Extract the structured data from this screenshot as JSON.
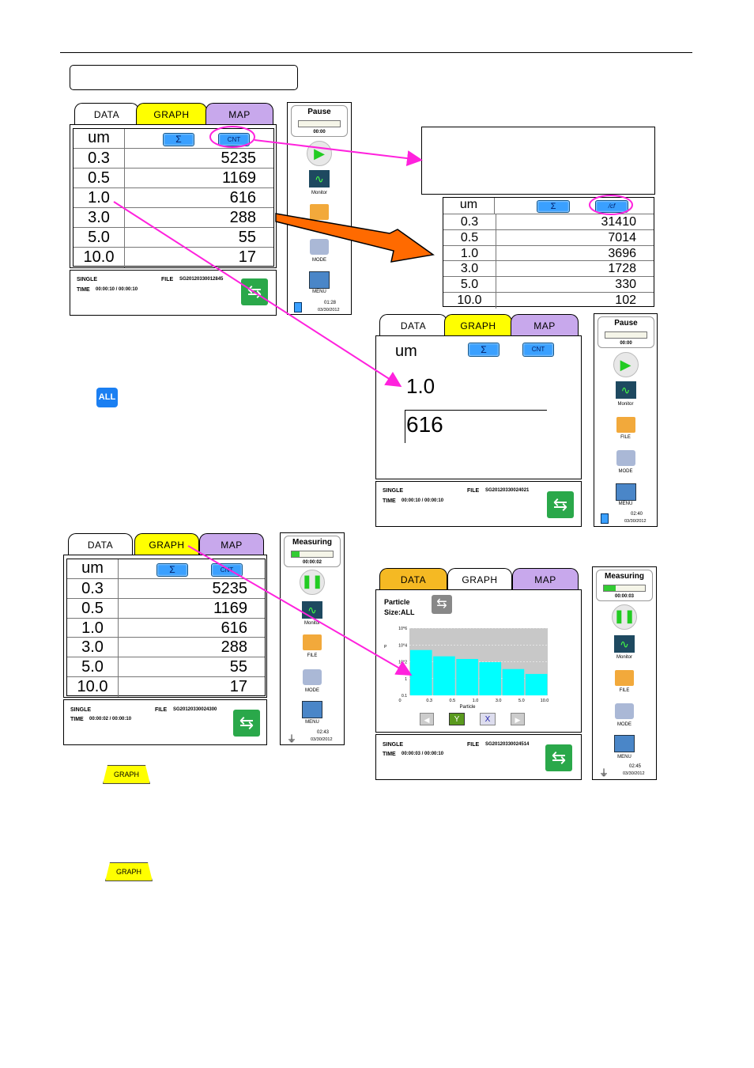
{
  "tabs": {
    "data": "DATA",
    "graph": "GRAPH",
    "map": "MAP"
  },
  "table": {
    "header_unit": "um",
    "sum_btn": "Σ",
    "cnt_btn": "CNT",
    "cf_btn": "/cf",
    "sizes": [
      "0.3",
      "0.5",
      "1.0",
      "3.0",
      "5.0",
      "10.0"
    ],
    "counts": [
      "5235",
      "1169",
      "616",
      "288",
      "55",
      "17"
    ],
    "cf_values": [
      "31410",
      "7014",
      "3696",
      "1728",
      "330",
      "102"
    ]
  },
  "detail": {
    "size": "1.0",
    "count": "616"
  },
  "side": {
    "pause": "Pause",
    "measuring": "Measuring",
    "time_a": "00:00",
    "time_b": "00:00:02",
    "time_c": "00:00:03",
    "monitor": "Monitor",
    "file": "FILE",
    "mode": "MODE",
    "menu": "MENU",
    "clock_a": "01:28",
    "clock_b": "02:40",
    "clock_c": "02:43",
    "clock_d": "02:45",
    "date": "03/30/2012"
  },
  "status": {
    "mode": "SINGLE",
    "file_label": "FILE",
    "time_label": "TIME",
    "file_a": "SG20120330012845",
    "file_b": "SG20120330024021",
    "file_c": "SG20120330024300",
    "file_d": "SG20120330024514",
    "time_a": "00:00:10  /  00:00:10",
    "time_b": "00:00:10  /  00:00:10",
    "time_c": "00:00:02  /  00:00:10",
    "time_d": "00:00:03  /  00:00:10"
  },
  "all_badge": "ALL",
  "graph_btn": "GRAPH",
  "graph_screen": {
    "particle_label": "Particle",
    "size_label": "Size:ALL",
    "x_title": "Particle",
    "y_btn": "Y",
    "x_btn": "X"
  },
  "chart_data": {
    "type": "bar",
    "categories": [
      "0.3",
      "0.5",
      "1.0",
      "3.0",
      "5.0",
      "10.0"
    ],
    "values": [
      5235,
      1169,
      616,
      288,
      55,
      17
    ],
    "log_scale": true,
    "y_ticks": [
      "10^6",
      "10^4",
      "10^2",
      "1",
      "0.1"
    ],
    "x_tick_labels": [
      "0",
      "0.3",
      "0.5",
      "1.0",
      "3.0",
      "5.0",
      "10.0"
    ],
    "xlabel": "Particle",
    "ylabel": "P",
    "bar_color": "#00ffff",
    "grid": true
  },
  "colors": {
    "magenta": "#ff22dd",
    "orange": "#ff6a00",
    "cyan": "#00ffff",
    "yellow": "#ffff00",
    "purple": "#c8a8ec",
    "blue": "#3aa0ff",
    "green": "#2aa84a"
  }
}
